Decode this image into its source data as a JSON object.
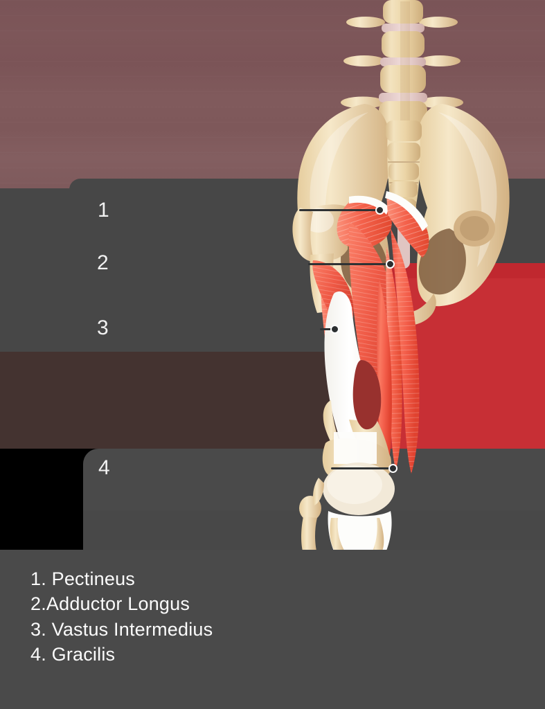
{
  "quiz": {
    "numbers": [
      {
        "id": "1",
        "label": "1"
      },
      {
        "id": "2",
        "label": "2"
      },
      {
        "id": "3",
        "label": "3"
      },
      {
        "id": "4",
        "label": "4"
      }
    ],
    "answers": [
      "1. Pectineus",
      "2.Adductor Longus",
      "3. Vastus Intermedius",
      "4. Gracilis"
    ]
  },
  "illustration": {
    "title": "anterior-thigh-muscles-and-pelvis",
    "structures": [
      "lumbar-vertebrae",
      "sacrum",
      "ilium",
      "pubis",
      "ischium",
      "femur",
      "patella",
      "tibia",
      "fibula",
      "pectineus-muscle",
      "adductor-longus-muscle",
      "vastus-intermedius-muscle",
      "gracilis-muscle"
    ]
  },
  "colors": {
    "panel": "#474747",
    "panel_light": "#4a4a4a",
    "backdrop_top": "#7b5457",
    "backdrop_mid": "#443330",
    "red_block": "#c72f35",
    "muscle": "#f2604f",
    "muscle_light": "#fb8a74",
    "muscle_dark": "#e04a3c",
    "bone": "#ecd5a8",
    "bone_light": "#f7e8c6",
    "bone_shadow": "#d4b584",
    "text": "#fbfbfb",
    "leader": "#2f3234"
  }
}
